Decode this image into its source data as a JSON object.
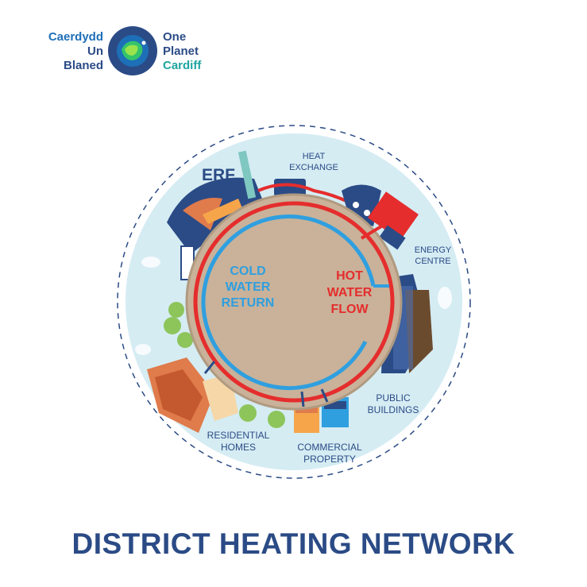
{
  "logo": {
    "welsh_lines": [
      "Caerdydd",
      "Un",
      "Blaned"
    ],
    "english_lines": [
      "One",
      "Planet",
      "Cardiff"
    ]
  },
  "diagram": {
    "labels": {
      "erf": "ERF",
      "heat_exchange_1": "HEAT",
      "heat_exchange_2": "EXCHANGE",
      "energy_centre_1": "ENERGY",
      "energy_centre_2": "CENTRE",
      "cold_1": "COLD",
      "cold_2": "WATER",
      "cold_3": "RETURN",
      "hot_1": "HOT",
      "hot_2": "WATER",
      "hot_3": "FLOW",
      "public_1": "PUBLIC",
      "public_2": "BUILDINGS",
      "residential_1": "RESIDENTIAL",
      "residential_2": "HOMES",
      "commercial_1": "COMMERCIAL",
      "commercial_2": "PROPERTY"
    },
    "colors": {
      "hot_pipe": "#e52d2d",
      "cold_pipe": "#2f9fe0",
      "ground": "#c9b299",
      "sky": "#d5ecf3",
      "text_dark": "#2b4b86"
    }
  },
  "title": "DISTRICT HEATING NETWORK"
}
